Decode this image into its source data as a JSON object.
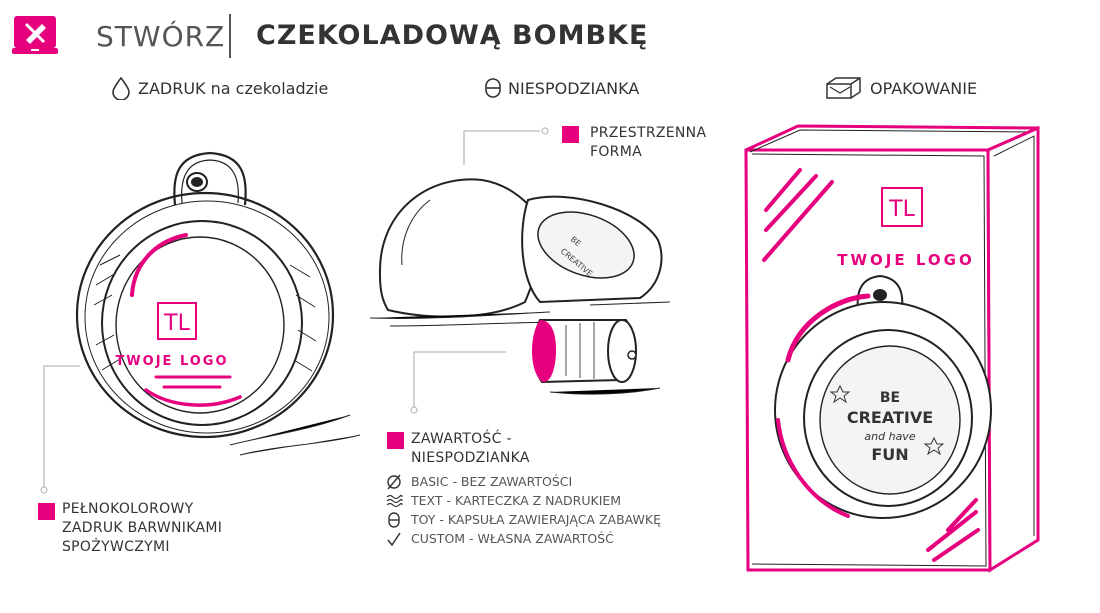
{
  "header": {
    "title_light": "STWÓRZ",
    "title_bold": "CZEKOLADOWĄ BOMBKĘ"
  },
  "sections": {
    "print": {
      "title": "ZADRUK na czekoladzie",
      "icon": "drop-icon"
    },
    "surprise": {
      "title": "NIESPODZIANKA",
      "icon": "capsule-icon"
    },
    "packaging": {
      "title": "OPAKOWANIE",
      "icon": "box-icon"
    }
  },
  "bauble": {
    "logo_text": "TL",
    "logo_caption": "TWOJE LOGO",
    "label_line1": "PEŁNOKOLOROWY",
    "label_line2": "ZADRUK BARWNIKAMI",
    "label_line3": "SPOŻYWCZYMI"
  },
  "surprise_detail": {
    "shape_label_line1": "PRZESTRZENNA",
    "shape_label_line2": "FORMA",
    "content_label_line1": "ZAWARTOŚĆ -",
    "content_label_line2": "NIESPODZIANKA",
    "shell_text_line1": "BE",
    "shell_text_line2": "CREATIVE",
    "options": [
      {
        "icon": "empty-set-icon",
        "text": "BASIC - BEZ ZAWARTOŚCI"
      },
      {
        "icon": "wavy-lines-icon",
        "text": "TEXT - KARTECZKA Z NADRUKIEM"
      },
      {
        "icon": "capsule-icon",
        "text": "TOY - KAPSUŁA ZAWIERAJĄCA ZABAWKĘ"
      },
      {
        "icon": "checkmark-icon",
        "text": "CUSTOM - WŁASNA ZAWARTOŚĆ"
      }
    ]
  },
  "box": {
    "logo_text": "TL",
    "logo_caption": "TWOJE LOGO",
    "bauble_line1": "BE",
    "bauble_line2": "CREATIVE",
    "bauble_line3": "and have",
    "bauble_line4": "FUN"
  },
  "colors": {
    "accent": "#e6007e",
    "ink": "#222222",
    "text": "#333333"
  }
}
